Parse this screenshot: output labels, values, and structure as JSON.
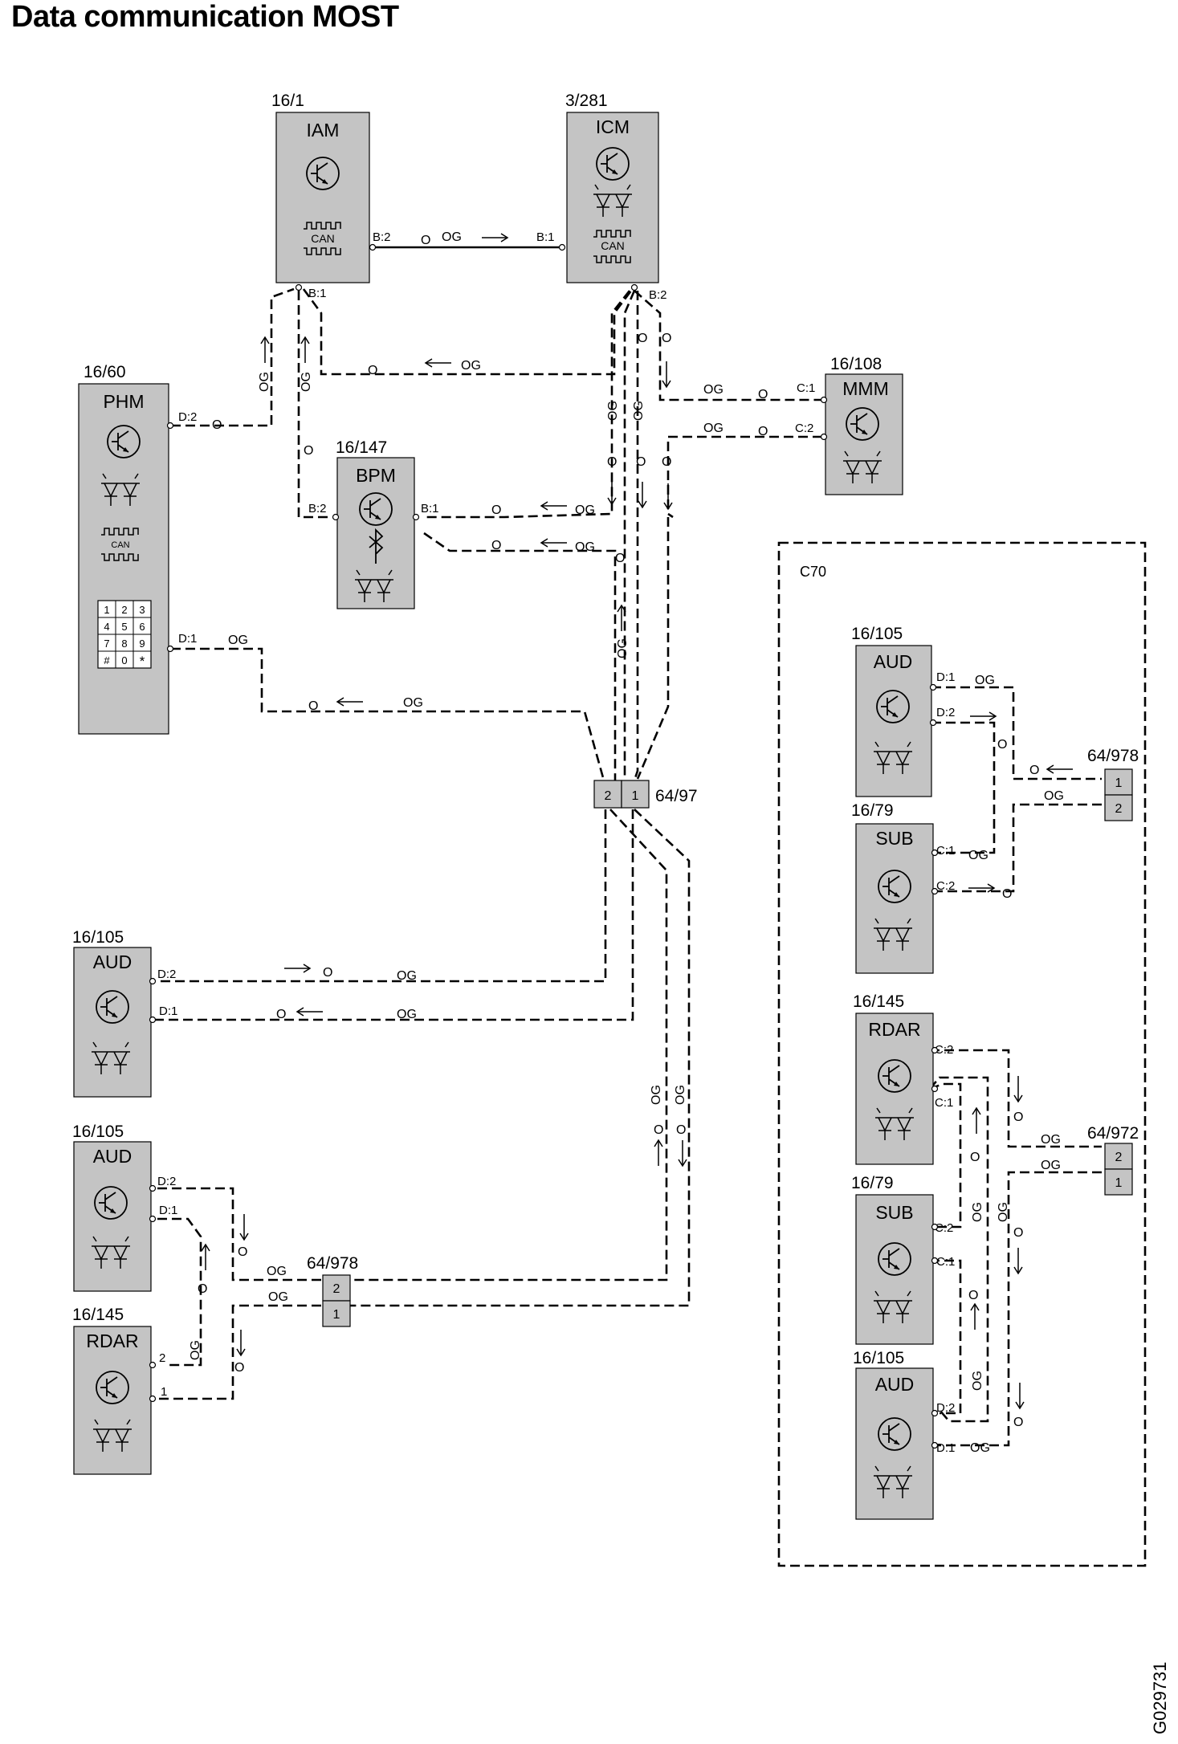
{
  "title": "Data communication MOST",
  "figure_id": "G029731",
  "group_label": "C70",
  "wire_color": "OG",
  "wire_marker": "O",
  "bus_label": "CAN",
  "modules": {
    "iam": {
      "id": "16/1",
      "name": "IAM"
    },
    "icm": {
      "id": "3/281",
      "name": "ICM"
    },
    "phm": {
      "id": "16/60",
      "name": "PHM"
    },
    "mmm": {
      "id": "16/108",
      "name": "MMM"
    },
    "bpm": {
      "id": "16/147",
      "name": "BPM"
    },
    "aud1": {
      "id": "16/105",
      "name": "AUD"
    },
    "aud2": {
      "id": "16/105",
      "name": "AUD"
    },
    "rdar1": {
      "id": "16/145",
      "name": "RDAR"
    },
    "aud3": {
      "id": "16/105",
      "name": "AUD"
    },
    "sub1": {
      "id": "16/79",
      "name": "SUB"
    },
    "rdar2": {
      "id": "16/145",
      "name": "RDAR"
    },
    "sub2": {
      "id": "16/79",
      "name": "SUB"
    },
    "aud4": {
      "id": "16/105",
      "name": "AUD"
    }
  },
  "connectors": {
    "c1": {
      "id": "64/97",
      "pins": [
        "2",
        "1"
      ]
    },
    "c2": {
      "id": "64/978",
      "pins": [
        "2",
        "1"
      ]
    },
    "c3": {
      "id": "64/978",
      "pins": [
        "1",
        "2"
      ]
    },
    "c4": {
      "id": "64/972",
      "pins": [
        "2",
        "1"
      ]
    }
  },
  "pins": {
    "iam_b2": "B:2",
    "iam_b1": "B:1",
    "icm_b1": "B:1",
    "icm_b2": "B:2",
    "phm_d2": "D:2",
    "phm_d1": "D:1",
    "mmm_c1": "C:1",
    "mmm_c2": "C:2",
    "bpm_b2": "B:2",
    "bpm_b1": "B:1",
    "aud1_d2": "D:2",
    "aud1_d1": "D:1",
    "aud2_d2": "D:2",
    "aud2_d1": "D:1",
    "rdar1_2": "2",
    "rdar1_1": "1",
    "aud3_d1": "D:1",
    "aud3_d2": "D:2",
    "sub1_c1": "C:1",
    "sub1_c2": "C:2",
    "rdar2_c2": "C:2",
    "rdar2_c1": "C:1",
    "sub2_c2": "C:2",
    "sub2_c1": "C:1",
    "aud4_d2": "D:2",
    "aud4_d1": "D:1"
  },
  "keypad": [
    "1",
    "2",
    "3",
    "4",
    "5",
    "6",
    "7",
    "8",
    "9",
    "#",
    "0",
    "*"
  ]
}
